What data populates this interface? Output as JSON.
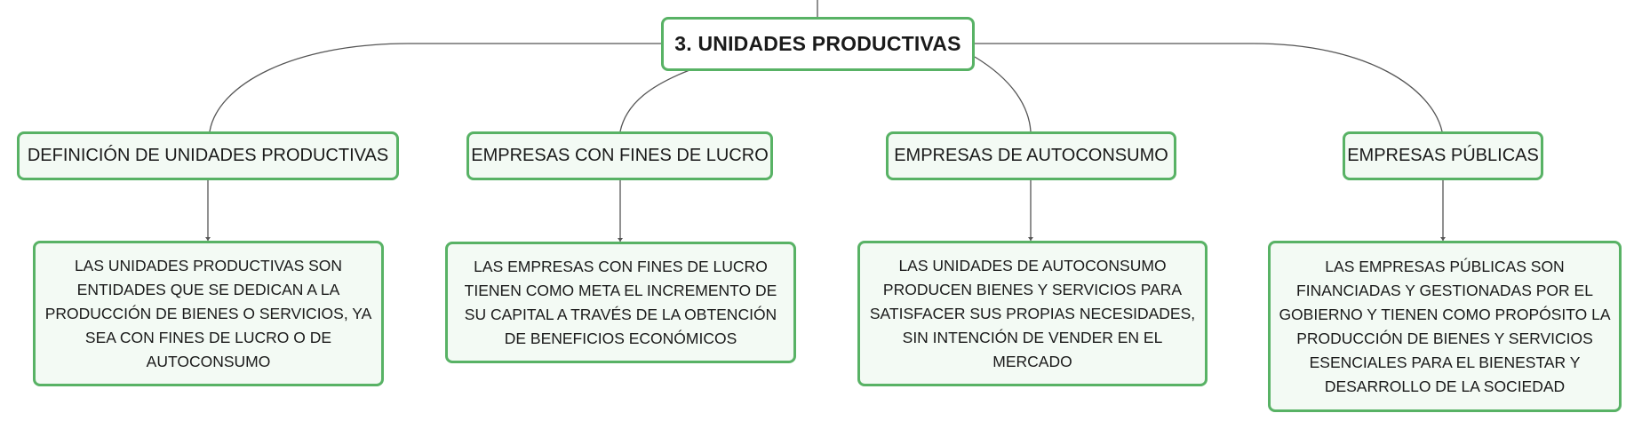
{
  "colors": {
    "border": "#58b265",
    "fill": "#f3faf4",
    "connector": "#555555"
  },
  "root": {
    "label": "3. UNIDADES PRODUCTIVAS"
  },
  "categories": [
    {
      "label": "DEFINICIÓN DE UNIDADES PRODUCTIVAS",
      "detail": "LAS UNIDADES PRODUCTIVAS SON ENTIDADES QUE SE DEDICAN A LA PRODUCCIÓN DE BIENES O SERVICIOS, YA SEA CON FINES DE LUCRO O DE AUTOCONSUMO"
    },
    {
      "label": "EMPRESAS CON FINES DE LUCRO",
      "detail": "LAS EMPRESAS CON FINES DE LUCRO TIENEN COMO META EL INCREMENTO DE SU CAPITAL A TRAVÉS DE LA OBTENCIÓN DE BENEFICIOS ECONÓMICOS"
    },
    {
      "label": "EMPRESAS DE AUTOCONSUMO",
      "detail": "LAS UNIDADES DE AUTOCONSUMO PRODUCEN BIENES Y SERVICIOS PARA SATISFACER SUS PROPIAS NECESIDADES, SIN INTENCIÓN DE VENDER EN EL MERCADO"
    },
    {
      "label": "EMPRESAS PÚBLICAS",
      "detail": "LAS EMPRESAS PÚBLICAS SON FINANCIADAS Y GESTIONADAS POR EL GOBIERNO Y TIENEN COMO PROPÓSITO LA PRODUCCIÓN DE BIENES Y SERVICIOS ESENCIALES PARA EL BIENESTAR Y DESARROLLO DE LA SOCIEDAD"
    }
  ]
}
